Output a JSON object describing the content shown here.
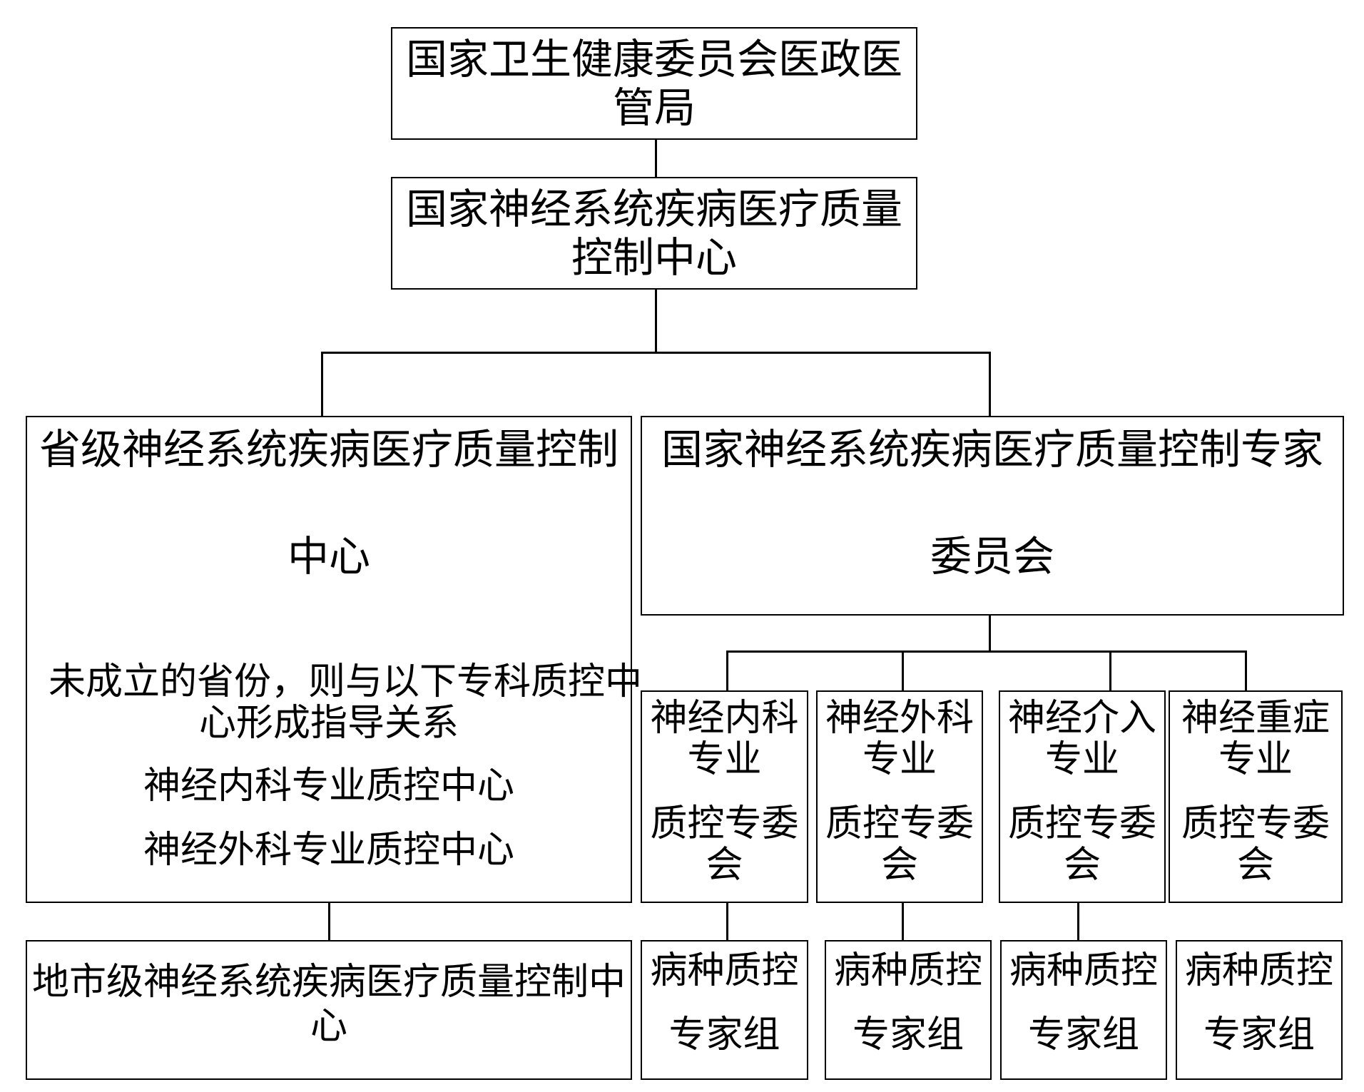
{
  "nodes": {
    "bureau": {
      "line1": "国家卫生健康委员会医政医",
      "line2": "管局"
    },
    "national_center": {
      "line1": "国家神经系统疾病医疗质量",
      "line2": "控制中心"
    },
    "provincial_center": {
      "title_line1": "省级神经系统疾病医疗质量控制",
      "title_line2": "中心",
      "note_line1": "未成立的省份，则与以下专科质控中",
      "note_line2": "心形成指导关系",
      "item1": "神经内科专业质控中心",
      "item2": "神经外科专业质控中心"
    },
    "expert_committee": {
      "line1": "国家神经系统疾病医疗质量控制专家",
      "line2": "委员会"
    },
    "city_center": {
      "line1": "地市级神经系统疾病医疗质量控制中",
      "line2": "心"
    },
    "subcommittees": [
      {
        "line1": "神经内科",
        "line2": "专业",
        "line3": "质控专委",
        "line4": "会"
      },
      {
        "line1": "神经外科",
        "line2": "专业",
        "line3": "质控专委",
        "line4": "会"
      },
      {
        "line1": "神经介入",
        "line2": "专业",
        "line3": "质控专委",
        "line4": "会"
      },
      {
        "line1": "神经重症",
        "line2": "专业",
        "line3": "质控专委",
        "line4": "会"
      }
    ],
    "expert_groups": [
      {
        "line1": "病种质控",
        "line2": "专家组"
      },
      {
        "line1": "病种质控",
        "line2": "专家组"
      },
      {
        "line1": "病种质控",
        "line2": "专家组"
      },
      {
        "line1": "病种质控",
        "line2": "专家组"
      }
    ]
  }
}
